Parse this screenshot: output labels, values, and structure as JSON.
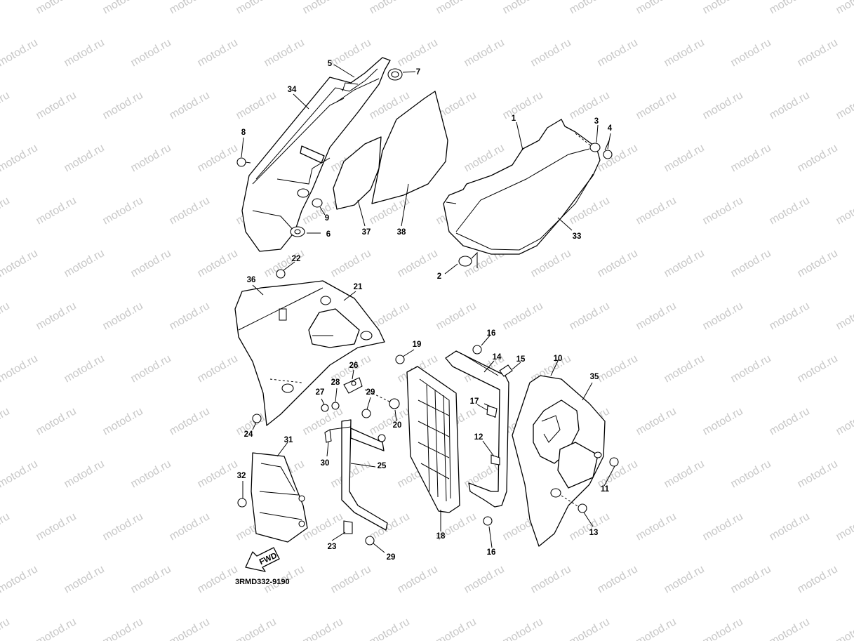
{
  "watermark": "motod.ru",
  "diagram_code": "3RMD332-9190",
  "fwd_label": "FWD",
  "callouts": [
    {
      "id": "1",
      "label": "1"
    },
    {
      "id": "2",
      "label": "2"
    },
    {
      "id": "3",
      "label": "3"
    },
    {
      "id": "4",
      "label": "4"
    },
    {
      "id": "5",
      "label": "5"
    },
    {
      "id": "6",
      "label": "6"
    },
    {
      "id": "7",
      "label": "7"
    },
    {
      "id": "8",
      "label": "8"
    },
    {
      "id": "9",
      "label": "9"
    },
    {
      "id": "10",
      "label": "10"
    },
    {
      "id": "11",
      "label": "11"
    },
    {
      "id": "12",
      "label": "12"
    },
    {
      "id": "13",
      "label": "13"
    },
    {
      "id": "14",
      "label": "14"
    },
    {
      "id": "15",
      "label": "15"
    },
    {
      "id": "16a",
      "label": "16"
    },
    {
      "id": "16b",
      "label": "16"
    },
    {
      "id": "17",
      "label": "17"
    },
    {
      "id": "18",
      "label": "18"
    },
    {
      "id": "19",
      "label": "19"
    },
    {
      "id": "20",
      "label": "20"
    },
    {
      "id": "21",
      "label": "21"
    },
    {
      "id": "22",
      "label": "22"
    },
    {
      "id": "23",
      "label": "23"
    },
    {
      "id": "24",
      "label": "24"
    },
    {
      "id": "25",
      "label": "25"
    },
    {
      "id": "26",
      "label": "26"
    },
    {
      "id": "27",
      "label": "27"
    },
    {
      "id": "28",
      "label": "28"
    },
    {
      "id": "29a",
      "label": "29"
    },
    {
      "id": "29b",
      "label": "29"
    },
    {
      "id": "30",
      "label": "30"
    },
    {
      "id": "31",
      "label": "31"
    },
    {
      "id": "32",
      "label": "32"
    },
    {
      "id": "33",
      "label": "33"
    },
    {
      "id": "34",
      "label": "34"
    },
    {
      "id": "35",
      "label": "35"
    },
    {
      "id": "36",
      "label": "36"
    },
    {
      "id": "37",
      "label": "37"
    },
    {
      "id": "38",
      "label": "38"
    }
  ]
}
